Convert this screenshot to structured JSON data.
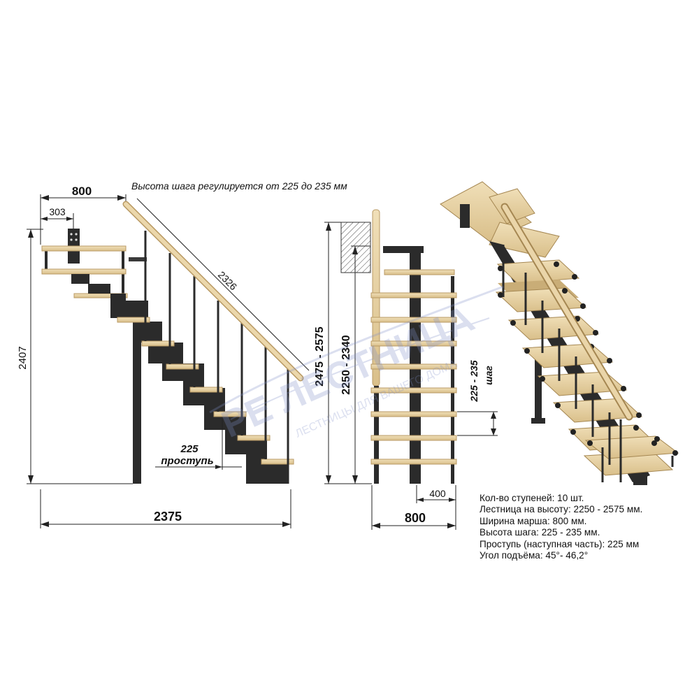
{
  "annotations": {
    "step_height_note": "Высота шага регулируется от 225 до 235 мм",
    "tread_caption_value": "225",
    "tread_caption_word": "проступь",
    "step_caption_value": "225 - 235",
    "step_caption_word": "шаг"
  },
  "side_view": {
    "top_width": "800",
    "top_offset": "303",
    "handrail_length": "2326",
    "total_height": "2407",
    "total_length": "2375"
  },
  "front_view": {
    "height_range_outer": "2475 - 2575",
    "height_range_inner": "2250 - 2340",
    "half_width": "400",
    "march_width": "800"
  },
  "watermark": {
    "brand": "РЕ ЛЕСТНИЦА",
    "tagline": "ЛЕСТНИЦЫ ДЛЯ ВАШЕГО ДОМА"
  },
  "specs": [
    "Кол-во ступеней: 10 шт.",
    "Лестница на высоту: 2250 - 2575 мм.",
    "Ширина марша: 800 мм.",
    "Высота шага: 225 - 235 мм.",
    "Проступь (наступная часть): 225 мм",
    "Угол подъёма: 45°- 46,2°"
  ],
  "colors": {
    "wood": "#e8d3a6",
    "wood_edge": "#b99a64",
    "metal": "#2b2b2b",
    "line": "#222222"
  }
}
